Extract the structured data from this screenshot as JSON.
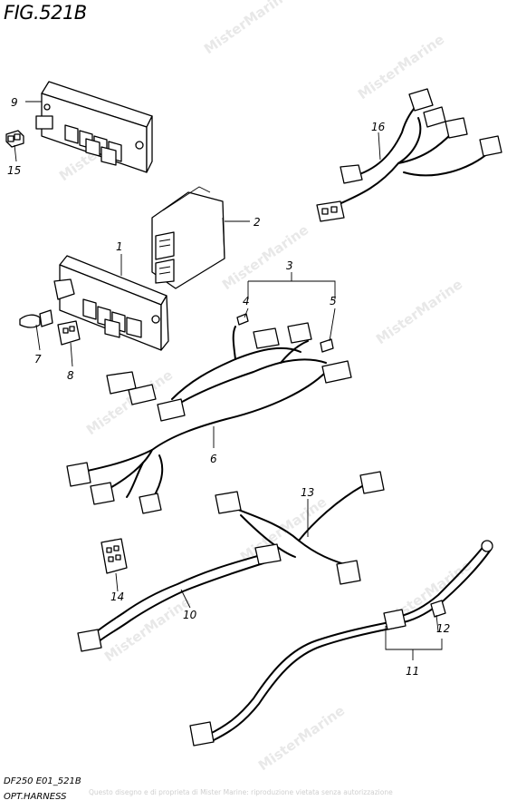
{
  "header": {
    "title": "FIG.521B"
  },
  "footer": {
    "code": "DF250 E01_521B",
    "subtitle": "OPT.HARNESS"
  },
  "watermark": {
    "brand": "MisterMarine",
    "notice": "Questo disegno e di proprieta di Mister Marine: riproduzione vietata senza autorizzazione"
  },
  "callouts": {
    "p1": "1",
    "p2": "2",
    "p3": "3",
    "p4": "4",
    "p5": "5",
    "p6": "6",
    "p7": "7",
    "p8": "8",
    "p9": "9",
    "p10": "10",
    "p11": "11",
    "p12": "12",
    "p13": "13",
    "p14": "14",
    "p15": "15",
    "p16": "16"
  },
  "colors": {
    "line": "#000000",
    "background": "#ffffff",
    "watermark": "#d7d7d7"
  }
}
